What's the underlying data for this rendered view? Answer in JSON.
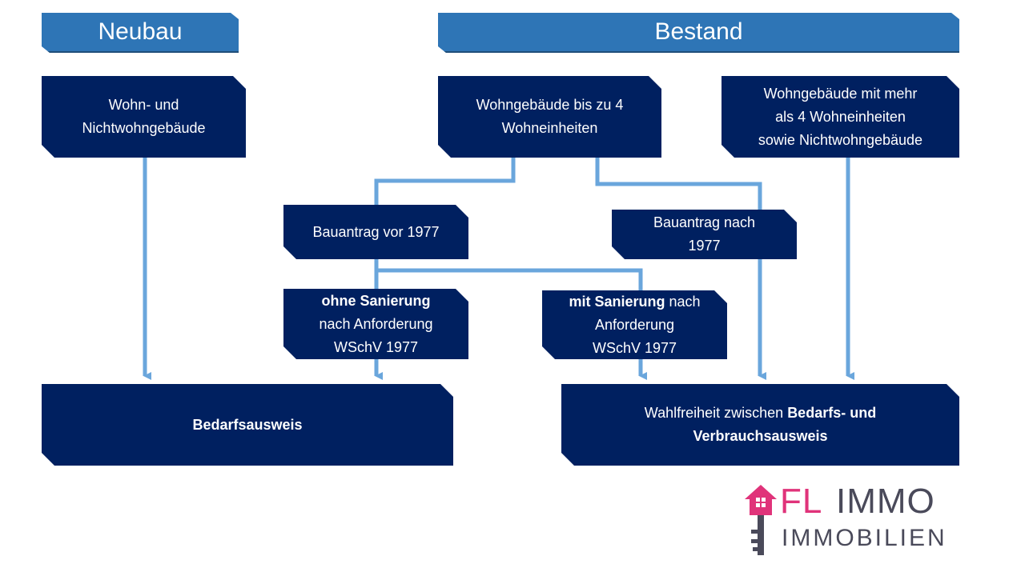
{
  "headers": {
    "neubau": "Neubau",
    "bestand": "Bestand"
  },
  "boxes": {
    "neubau_gebaeude": {
      "line1": "Wohn- und",
      "line2": "Nichtwohngebäude"
    },
    "bis4": {
      "line1": "Wohngebäude bis zu 4",
      "line2": "Wohneinheiten"
    },
    "mehr4": {
      "line1": "Wohngebäude mit mehr",
      "line2": "als 4 Wohneinheiten",
      "line3": "sowie Nichtwohngebäude"
    },
    "vor1977": {
      "text": "Bauantrag vor 1977"
    },
    "nach1977": {
      "line1": "Bauantrag nach",
      "line2": "1977"
    },
    "ohne_sanierung": {
      "bold": "ohne Sanierung",
      "line2": "nach Anforderung",
      "line3": "WSchV 1977"
    },
    "mit_sanierung": {
      "bold": "mit Sanierung",
      "rest": " nach",
      "line2": "Anforderung",
      "line3": "WSchV 1977"
    },
    "bedarfsausweis": {
      "text": "Bedarfsausweis"
    },
    "wahlfreiheit": {
      "prefix": "Wahlfreiheit zwischen ",
      "bold1": "Bedarfs- und",
      "bold2": "Verbrauchsausweis"
    }
  },
  "logo": {
    "part1": "FL",
    "part2": "IMMO",
    "part3": "IMMOBILIEN"
  },
  "colors": {
    "box": "#002060",
    "header": "#2e75b6",
    "connector": "#6aa6dc",
    "logo_pink": "#e0337a",
    "logo_gray": "#4a4a5a"
  }
}
